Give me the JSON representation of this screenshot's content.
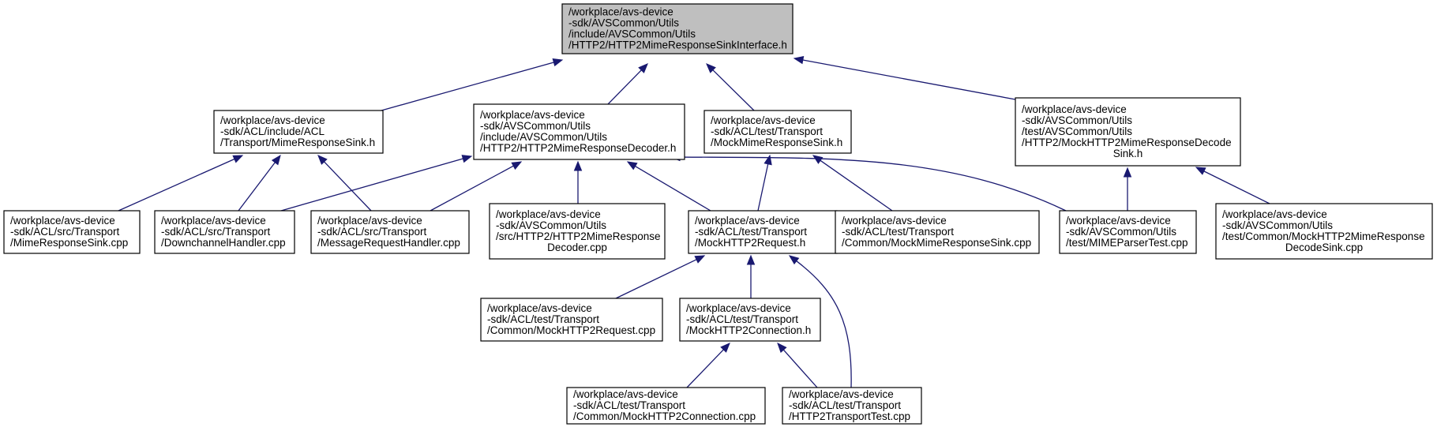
{
  "graph": {
    "root": {
      "lines": [
        "/workplace/avs-device",
        "-sdk/AVSCommon/Utils",
        "/include/AVSCommon/Utils",
        "/HTTP2/HTTP2MimeResponseSinkInterface.h"
      ]
    },
    "level1": [
      {
        "id": "mime_sink_h",
        "lines": [
          "/workplace/avs-device",
          "-sdk/ACL/include/ACL",
          "/Transport/MimeResponseSink.h"
        ]
      },
      {
        "id": "decoder_h",
        "lines": [
          "/workplace/avs-device",
          "-sdk/AVSCommon/Utils",
          "/include/AVSCommon/Utils",
          "/HTTP2/HTTP2MimeResponseDecoder.h"
        ]
      },
      {
        "id": "mock_mime_sink_h",
        "lines": [
          "/workplace/avs-device",
          "-sdk/ACL/test/Transport",
          "/MockMimeResponseSink.h"
        ]
      },
      {
        "id": "mock_decode_sink_h",
        "lines": [
          "/workplace/avs-device",
          "-sdk/AVSCommon/Utils",
          "/test/AVSCommon/Utils",
          "/HTTP2/MockHTTP2MimeResponseDecode",
          "Sink.h"
        ]
      }
    ],
    "level2": [
      {
        "id": "mime_sink_cpp",
        "lines": [
          "/workplace/avs-device",
          "-sdk/ACL/src/Transport",
          "/MimeResponseSink.cpp"
        ]
      },
      {
        "id": "downchannel_cpp",
        "lines": [
          "/workplace/avs-device",
          "-sdk/ACL/src/Transport",
          "/DownchannelHandler.cpp"
        ]
      },
      {
        "id": "msgreq_cpp",
        "lines": [
          "/workplace/avs-device",
          "-sdk/ACL/src/Transport",
          "/MessageRequestHandler.cpp"
        ]
      },
      {
        "id": "decoder_cpp",
        "lines": [
          "/workplace/avs-device",
          "-sdk/AVSCommon/Utils",
          "/src/HTTP2/HTTP2MimeResponse",
          "Decoder.cpp"
        ]
      },
      {
        "id": "mock_req_h",
        "lines": [
          "/workplace/avs-device",
          "-sdk/ACL/test/Transport",
          "/MockHTTP2Request.h"
        ]
      },
      {
        "id": "common_mock_mime_cpp",
        "lines": [
          "/workplace/avs-device",
          "-sdk/ACL/test/Transport",
          "/Common/MockMimeResponseSink.cpp"
        ]
      },
      {
        "id": "mimeparser_test_cpp",
        "lines": [
          "/workplace/avs-device",
          "-sdk/AVSCommon/Utils",
          "/test/MIMEParserTest.cpp"
        ]
      },
      {
        "id": "common_mock_decode_cpp",
        "lines": [
          "/workplace/avs-device",
          "-sdk/AVSCommon/Utils",
          "/test/Common/MockHTTP2MimeResponse",
          "DecodeSink.cpp"
        ]
      }
    ],
    "level3": [
      {
        "id": "common_mock_req_cpp",
        "lines": [
          "/workplace/avs-device",
          "-sdk/ACL/test/Transport",
          "/Common/MockHTTP2Request.cpp"
        ]
      },
      {
        "id": "mock_conn_h",
        "lines": [
          "/workplace/avs-device",
          "-sdk/ACL/test/Transport",
          "/MockHTTP2Connection.h"
        ]
      }
    ],
    "level4": [
      {
        "id": "common_mock_conn_cpp",
        "lines": [
          "/workplace/avs-device",
          "-sdk/ACL/test/Transport",
          "/Common/MockHTTP2Connection.cpp"
        ]
      },
      {
        "id": "transport_test_cpp",
        "lines": [
          "/workplace/avs-device",
          "-sdk/ACL/test/Transport",
          "/HTTP2TransportTest.cpp"
        ]
      }
    ],
    "edges": [
      {
        "from": "mime_sink_h",
        "to": "root"
      },
      {
        "from": "decoder_h",
        "to": "root"
      },
      {
        "from": "mock_mime_sink_h",
        "to": "root"
      },
      {
        "from": "mock_decode_sink_h",
        "to": "root"
      },
      {
        "from": "mime_sink_cpp",
        "to": "mime_sink_h"
      },
      {
        "from": "downchannel_cpp",
        "to": "mime_sink_h"
      },
      {
        "from": "msgreq_cpp",
        "to": "mime_sink_h"
      },
      {
        "from": "downchannel_cpp",
        "to": "decoder_h"
      },
      {
        "from": "msgreq_cpp",
        "to": "decoder_h"
      },
      {
        "from": "decoder_cpp",
        "to": "decoder_h"
      },
      {
        "from": "mock_req_h",
        "to": "decoder_h"
      },
      {
        "from": "mimeparser_test_cpp",
        "to": "decoder_h"
      },
      {
        "from": "mock_req_h",
        "to": "mock_mime_sink_h"
      },
      {
        "from": "common_mock_mime_cpp",
        "to": "mock_mime_sink_h"
      },
      {
        "from": "mimeparser_test_cpp",
        "to": "mock_decode_sink_h"
      },
      {
        "from": "common_mock_decode_cpp",
        "to": "mock_decode_sink_h"
      },
      {
        "from": "common_mock_req_cpp",
        "to": "mock_req_h"
      },
      {
        "from": "mock_conn_h",
        "to": "mock_req_h"
      },
      {
        "from": "transport_test_cpp",
        "to": "mock_req_h"
      },
      {
        "from": "common_mock_conn_cpp",
        "to": "mock_conn_h"
      },
      {
        "from": "transport_test_cpp",
        "to": "mock_conn_h"
      }
    ]
  }
}
